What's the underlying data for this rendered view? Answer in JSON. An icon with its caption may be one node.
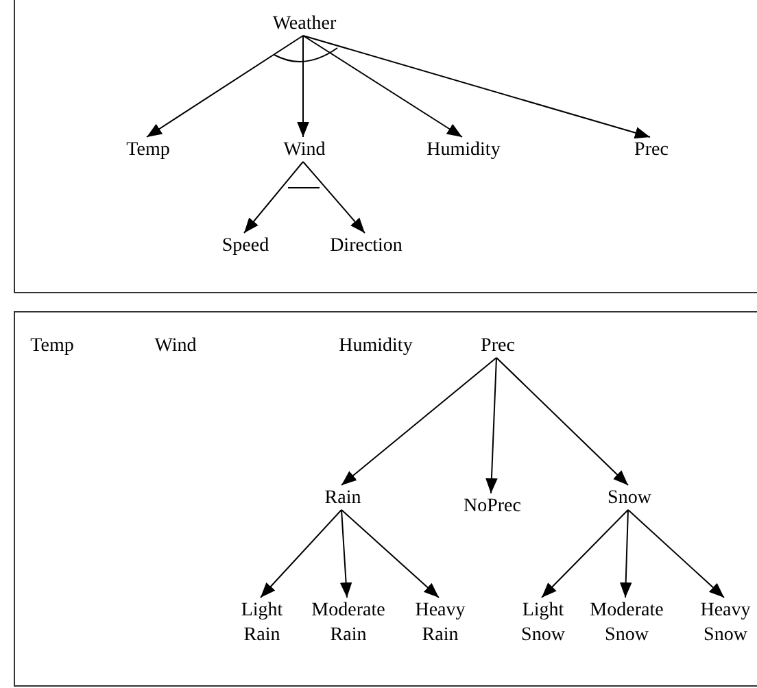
{
  "diagram": {
    "nodes": [
      {
        "text": [],
        "shape": "box"
      },
      {
        "text": [
          "Weather"
        ],
        "in": 0
      },
      {
        "text": [
          "Temp"
        ],
        "in": 0
      },
      {
        "text": [
          "Wind"
        ],
        "in": 0
      },
      {
        "text": [
          "Humidity"
        ],
        "in": 0
      },
      {
        "text": [
          "Prec"
        ],
        "in": 0
      },
      {
        "text": [
          "Speed"
        ],
        "in": 0
      },
      {
        "text": [
          "Direction"
        ],
        "in": 0
      },
      {
        "text": [],
        "shape": "box"
      },
      {
        "text": [
          "Temp"
        ],
        "in": 8
      },
      {
        "text": [
          "Wind"
        ],
        "in": 8
      },
      {
        "text": [
          "Humidity"
        ],
        "in": 8
      },
      {
        "text": [
          "Prec"
        ],
        "in": 8
      },
      {
        "text": [
          "Rain"
        ],
        "in": 8
      },
      {
        "text": [
          "NoPrec"
        ],
        "in": 8
      },
      {
        "text": [
          "Snow"
        ],
        "in": 8
      },
      {
        "text": [
          "Light Rain"
        ],
        "in": 8
      },
      {
        "text": [
          "Moderate Rain"
        ],
        "in": 8
      },
      {
        "text": [
          "Heavy Rain"
        ],
        "in": 8
      },
      {
        "text": [
          "Light Snow"
        ],
        "in": 8
      },
      {
        "text": [
          "Moderate Snow"
        ],
        "in": 8
      },
      {
        "text": [
          "Heavy Snow"
        ],
        "in": 8
      }
    ],
    "edges": [
      {
        "from": 1,
        "to": 2,
        "arrow": "to"
      },
      {
        "from": 1,
        "to": 3,
        "arrow": "to"
      },
      {
        "from": 1,
        "to": 4,
        "arrow": "to"
      },
      {
        "from": 1,
        "to": 5,
        "arrow": "to"
      },
      {
        "from": 3,
        "to": 6,
        "arrow": "to"
      },
      {
        "from": 3,
        "to": 7,
        "arrow": "to"
      },
      {
        "from": 12,
        "to": 13,
        "arrow": "to"
      },
      {
        "from": 12,
        "to": 14,
        "arrow": "to"
      },
      {
        "from": 12,
        "to": 15,
        "arrow": "to"
      },
      {
        "from": 13,
        "to": 16,
        "arrow": "to"
      },
      {
        "from": 13,
        "to": 17,
        "arrow": "to"
      },
      {
        "from": 13,
        "to": 18,
        "arrow": "to"
      },
      {
        "from": 15,
        "to": 19,
        "arrow": "to"
      },
      {
        "from": 15,
        "to": 20,
        "arrow": "to"
      },
      {
        "from": 15,
        "to": 21,
        "arrow": "to"
      }
    ]
  }
}
